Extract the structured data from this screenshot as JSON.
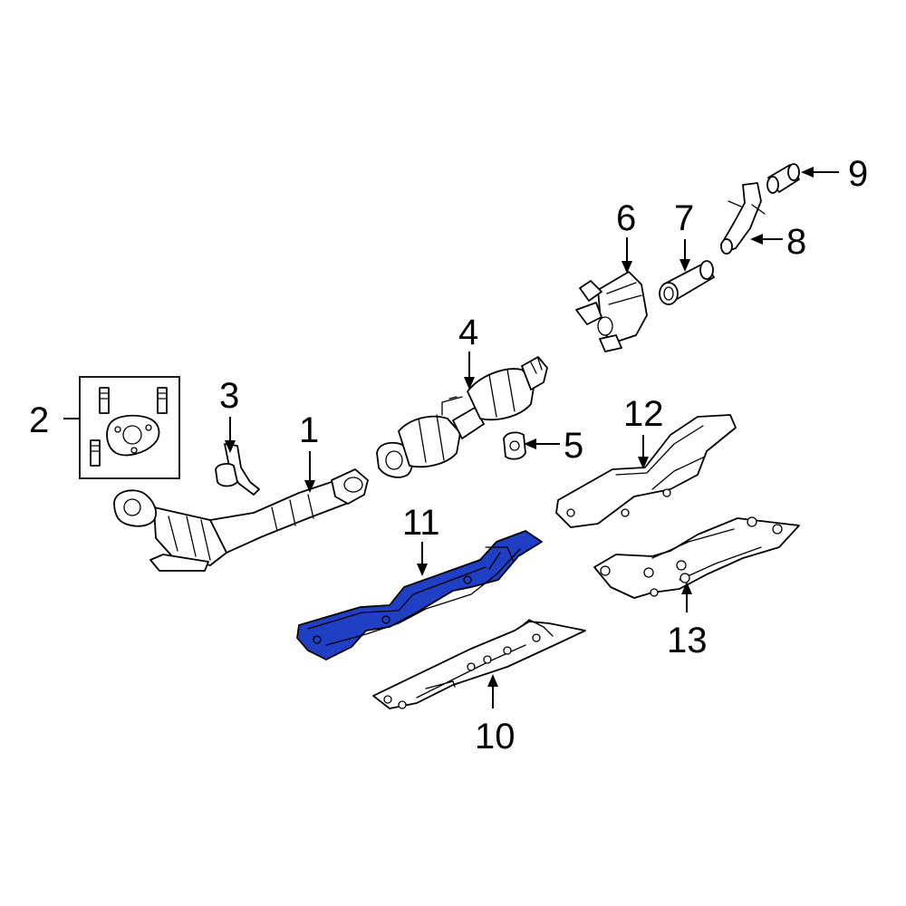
{
  "colors": {
    "background": "#ffffff",
    "line": "#000000",
    "highlight": "#1f3fc4"
  },
  "callouts": [
    {
      "id": "1",
      "label": "1"
    },
    {
      "id": "2",
      "label": "2"
    },
    {
      "id": "3",
      "label": "3"
    },
    {
      "id": "4",
      "label": "4"
    },
    {
      "id": "5",
      "label": "5"
    },
    {
      "id": "6",
      "label": "6"
    },
    {
      "id": "7",
      "label": "7"
    },
    {
      "id": "8",
      "label": "8"
    },
    {
      "id": "9",
      "label": "9"
    },
    {
      "id": "10",
      "label": "10"
    },
    {
      "id": "11",
      "label": "11"
    },
    {
      "id": "12",
      "label": "12"
    },
    {
      "id": "13",
      "label": "13"
    }
  ],
  "highlighted_part": "11"
}
